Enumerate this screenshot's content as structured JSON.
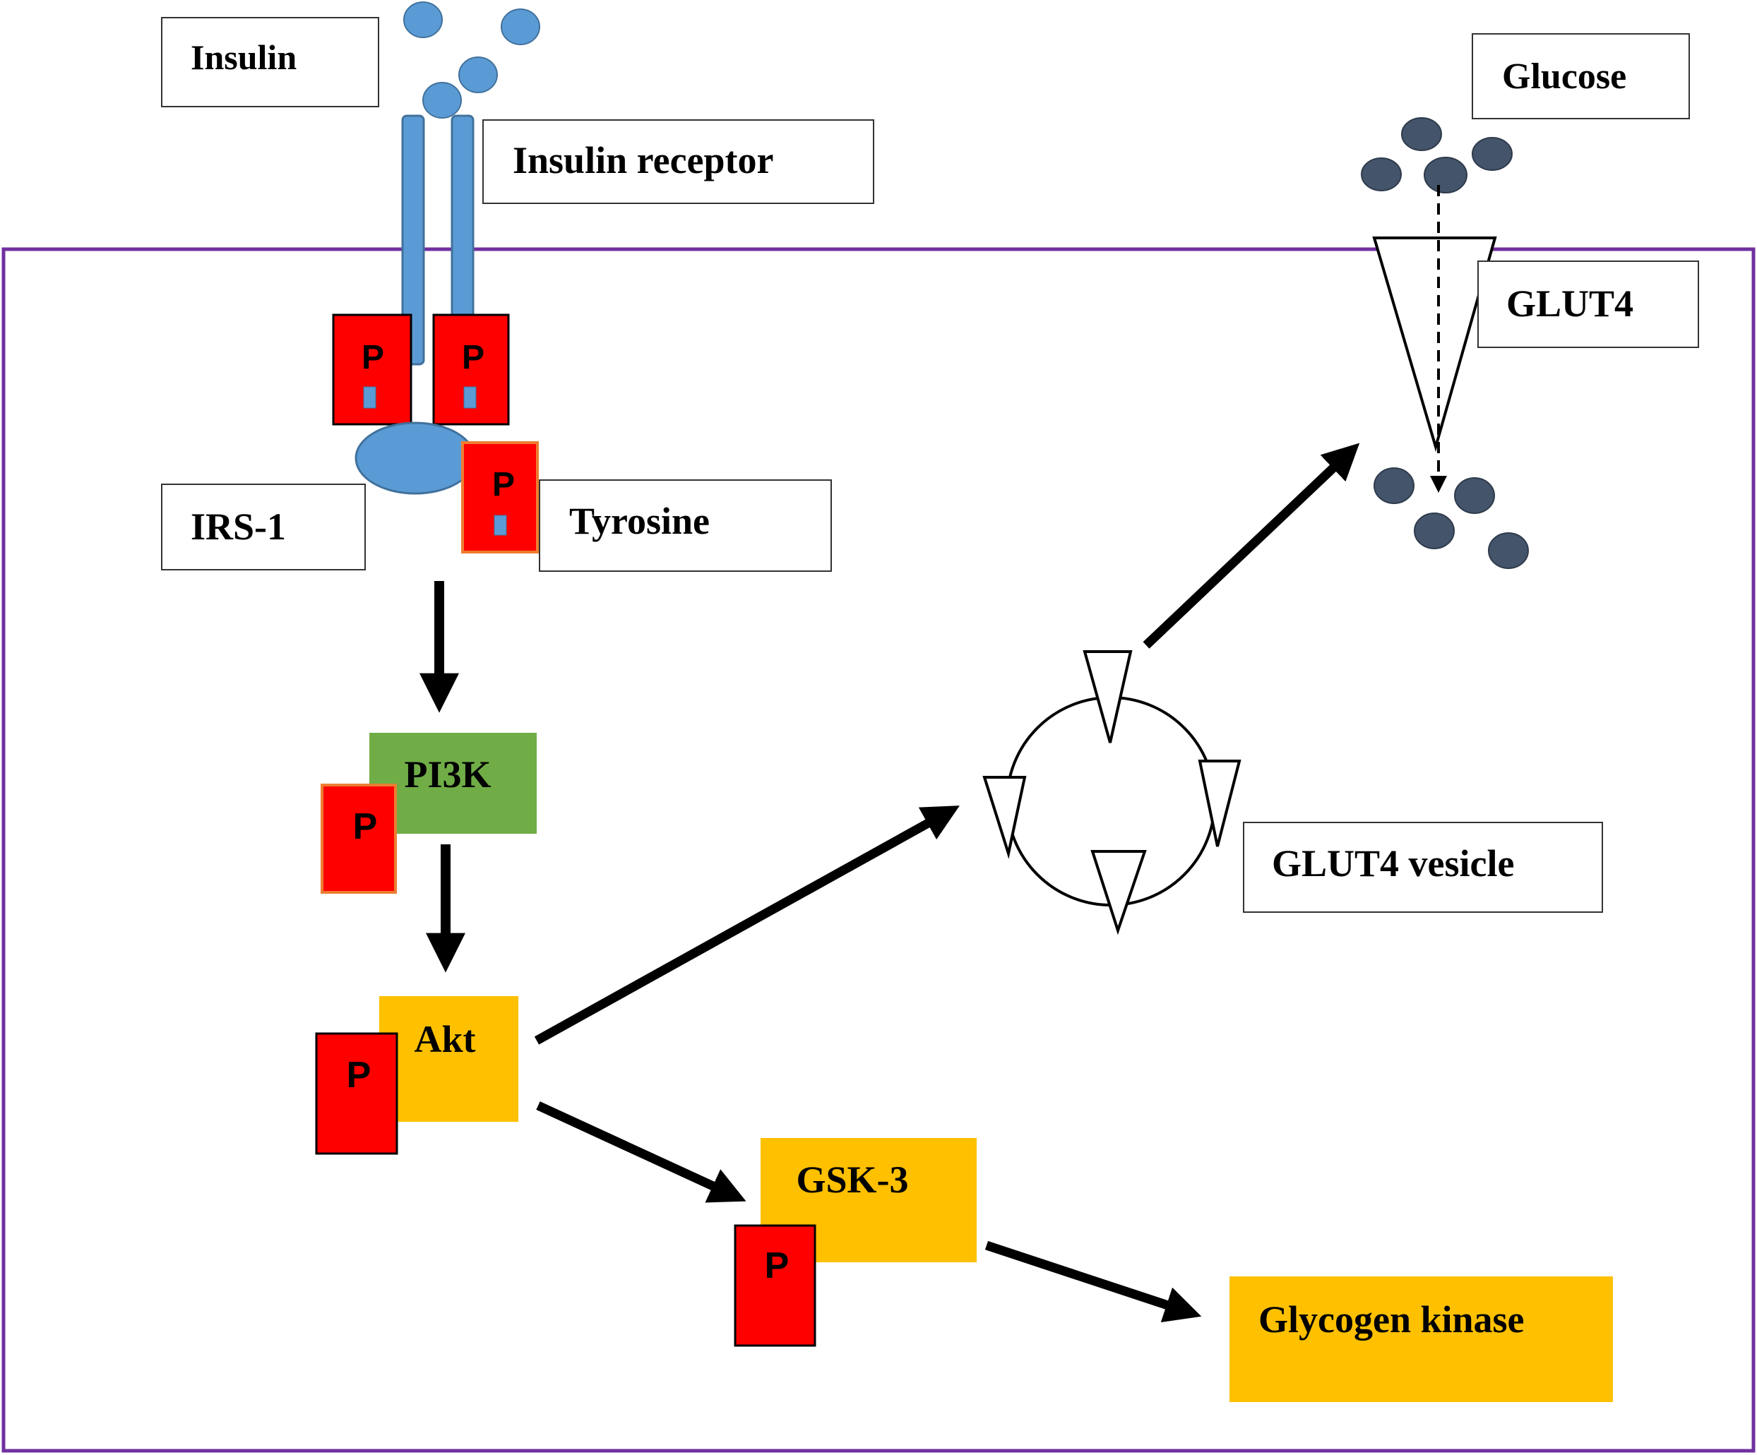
{
  "labels": {
    "insulin": "Insulin",
    "insulin_receptor": "Insulin receptor",
    "glucose": "Glucose",
    "glut4": "GLUT4",
    "irs1": "IRS-1",
    "tyrosine": "Tyrosine",
    "pi3k": "PI3K",
    "akt": "Akt",
    "glut4_vesicle": "GLUT4 vesicle",
    "gsk3": "GSK-3",
    "glycogen_kinase": "Glycogen kinase",
    "phosphate": "P"
  },
  "colors": {
    "cell_membrane": "#7030a0",
    "insulin_blue": "#5b9bd5",
    "receptor_stroke": "#41719c",
    "glucose_dark": "#44546a",
    "phosphate_red": "#ff0000",
    "phosphate_orange_border": "#ed7d31",
    "pi3k_green": "#70ad47",
    "kinase_yellow": "#ffc000",
    "arrow": "#000000"
  }
}
